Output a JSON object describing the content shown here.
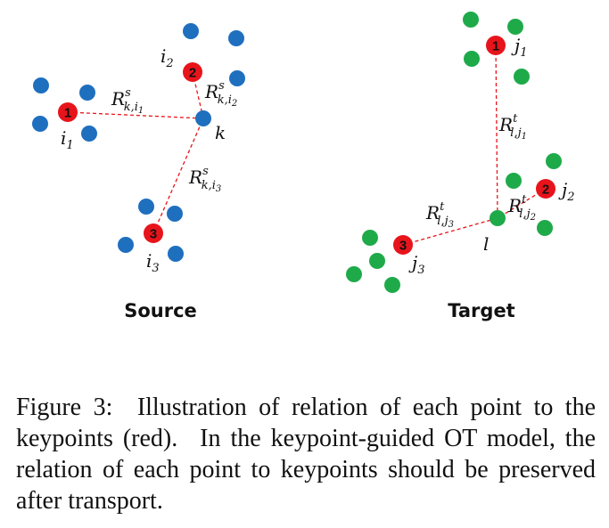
{
  "figure": {
    "colors": {
      "source_point": "#1f6fbf",
      "target_point": "#1faa4a",
      "keypoint": "#e8141b",
      "relation_line": "#e8141b"
    },
    "source": {
      "title": "Source",
      "keypoints": [
        "1",
        "2",
        "3"
      ],
      "labels": {
        "i1": [
          "i",
          "1"
        ],
        "i2": [
          "i",
          "2"
        ],
        "i3": [
          "i",
          "3"
        ],
        "k": "k"
      },
      "relations": [
        {
          "R": "R",
          "sup": "s",
          "sub": "k,i",
          "subsub": "1"
        },
        {
          "R": "R",
          "sup": "s",
          "sub": "k,i",
          "subsub": "2"
        },
        {
          "R": "R",
          "sup": "s",
          "sub": "k,i",
          "subsub": "3"
        }
      ]
    },
    "target": {
      "title": "Target",
      "keypoints": [
        "1",
        "2",
        "3"
      ],
      "labels": {
        "j1": [
          "j",
          "1"
        ],
        "j2": [
          "j",
          "2"
        ],
        "j3": [
          "j",
          "3"
        ],
        "l": "l"
      },
      "relations": [
        {
          "R": "R",
          "sup": "t",
          "sub": "l,j",
          "subsub": "1"
        },
        {
          "R": "R",
          "sup": "t",
          "sub": "l,j",
          "subsub": "2"
        },
        {
          "R": "R",
          "sup": "t",
          "sub": "l,j",
          "subsub": "3"
        }
      ]
    }
  },
  "caption": "Figure 3:  Illustration of relation of each point to the keypoints (red).  In the keypoint-guided OT model, the relation of each point to keypoints should be preserved after transport."
}
